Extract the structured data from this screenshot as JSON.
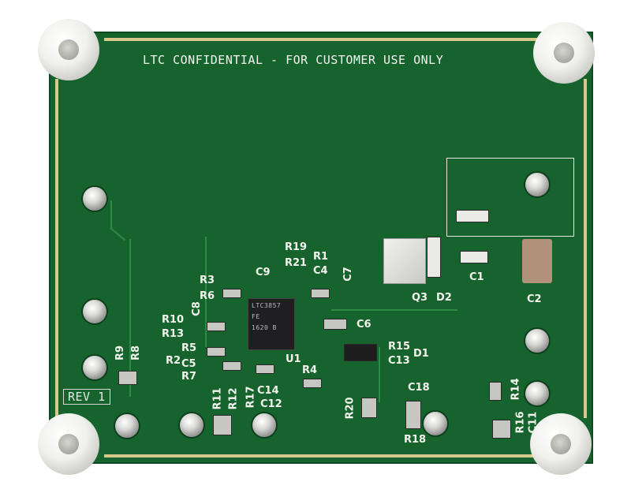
{
  "board": {
    "banner": "LTC CONFIDENTIAL - FOR CUSTOMER USE ONLY",
    "revision": "REV 1",
    "chip_marking": [
      "LTC3857",
      "FE",
      "1620 B"
    ],
    "labels": [
      {
        "text": "R19"
      },
      {
        "text": "R21"
      },
      {
        "text": "R1"
      },
      {
        "text": "C4"
      },
      {
        "text": "C7"
      },
      {
        "text": "R3"
      },
      {
        "text": "C9"
      },
      {
        "text": "R6"
      },
      {
        "text": "C8"
      },
      {
        "text": "R10"
      },
      {
        "text": "R13"
      },
      {
        "text": "R5"
      },
      {
        "text": "R9"
      },
      {
        "text": "R8"
      },
      {
        "text": "R2"
      },
      {
        "text": "C5"
      },
      {
        "text": "R7"
      },
      {
        "text": "U1"
      },
      {
        "text": "C6"
      },
      {
        "text": "R15"
      },
      {
        "text": "D1"
      },
      {
        "text": "C13"
      },
      {
        "text": "R4"
      },
      {
        "text": "C14"
      },
      {
        "text": "R17"
      },
      {
        "text": "C12"
      },
      {
        "text": "R11"
      },
      {
        "text": "R12"
      },
      {
        "text": "C18"
      },
      {
        "text": "R20"
      },
      {
        "text": "R18"
      },
      {
        "text": "R14"
      },
      {
        "text": "R16"
      },
      {
        "text": "C11"
      },
      {
        "text": "Q3"
      },
      {
        "text": "D2"
      },
      {
        "text": "C1"
      },
      {
        "text": "C2"
      }
    ]
  },
  "colors": {
    "board_green": "#16632e",
    "silkscreen": "#f4f4ee",
    "edge_copper": "#d8c98a"
  }
}
